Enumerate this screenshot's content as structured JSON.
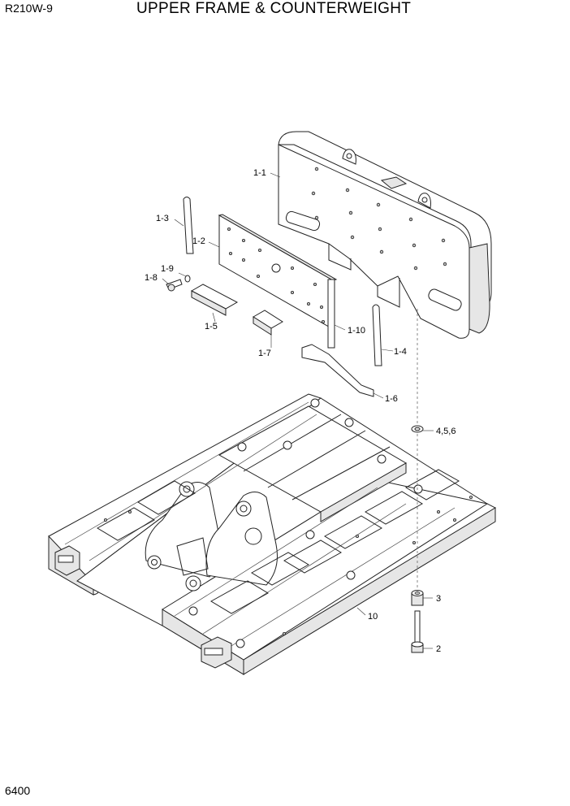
{
  "header": {
    "model": "R210W-9",
    "title": "UPPER FRAME & COUNTERWEIGHT"
  },
  "footer": {
    "page_number": "6400"
  },
  "callouts": {
    "c1_1": "1-1",
    "c1_2": "1-2",
    "c1_3": "1-3",
    "c1_4": "1-4",
    "c1_5": "1-5",
    "c1_6": "1-6",
    "c1_7": "1-7",
    "c1_8": "1-8",
    "c1_9": "1-9",
    "c1_10": "1-10",
    "c2": "2",
    "c3": "3",
    "c456": "4,5,6",
    "c10": "10"
  }
}
